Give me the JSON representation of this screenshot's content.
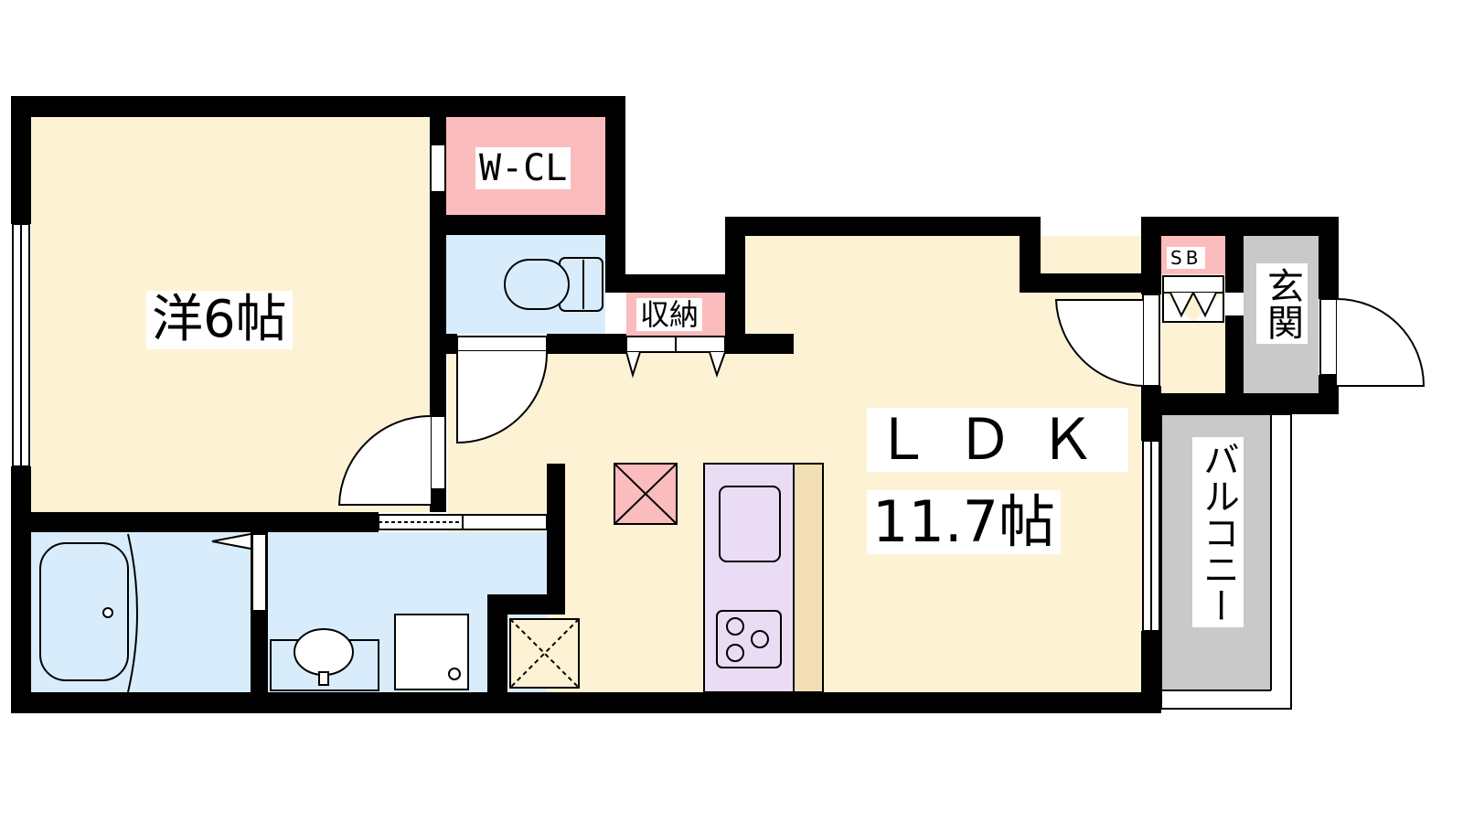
{
  "rooms": {
    "western": "洋6帖",
    "wcl": "W-CL",
    "storage": "収納",
    "ldk": "ＬＤＫ",
    "ldk_area": "11.7帖",
    "sb": "SB",
    "entrance": "玄関",
    "balcony": "バルコニー"
  },
  "colors": {
    "room": "#fdf2d4",
    "closet": "#fbbcbe",
    "wet_area": "#d9ecfb",
    "kitchen": "#e9dcf4",
    "counter": "#f3dfb6",
    "balcony": "#c9c9c9",
    "wall": "#000000"
  }
}
